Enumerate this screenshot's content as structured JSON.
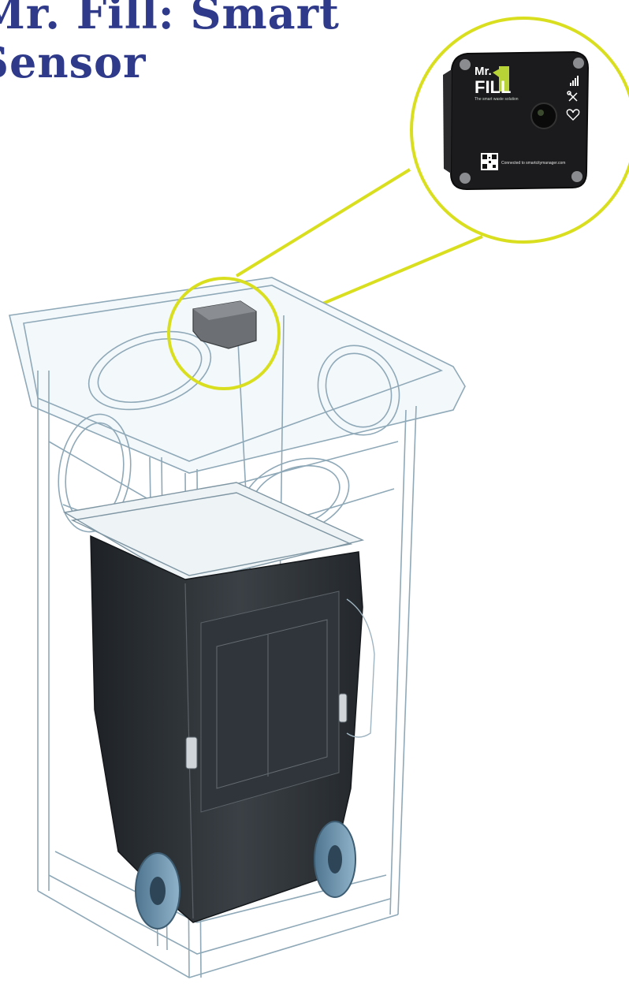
{
  "title": {
    "line1": "Mr. Fill: Smart",
    "line2": "Sensor"
  },
  "device": {
    "brand_line1": "Mr.",
    "brand_line2": "FILL",
    "tagline": "The smart waste solution",
    "connected_text": "Connected to smartcitymanager.com"
  },
  "colors": {
    "title": "#2f3a8a",
    "highlight_circle": "#d9df1f",
    "device_body": "#1b1b1d",
    "brand_accent": "#b7d336",
    "bin": "#2c3136",
    "wheel": "#6b93ad",
    "enclosure_line": "#8fa9b8"
  },
  "icons": [
    "signal-icon",
    "tools-icon",
    "heartbeat-icon",
    "qr-code-icon"
  ]
}
